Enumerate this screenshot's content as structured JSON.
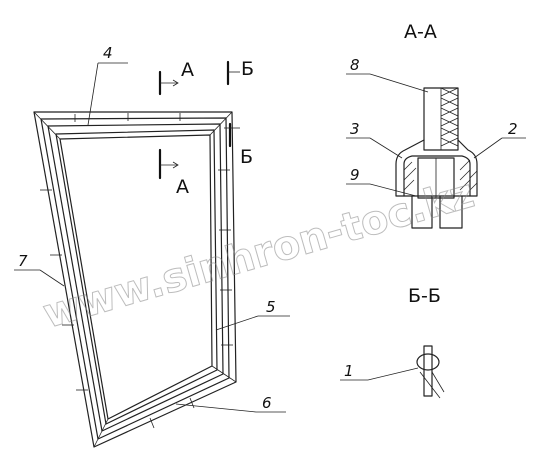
{
  "section_titles": {
    "aa": "А-А",
    "bb": "Б-Б"
  },
  "cut_marks": {
    "a_top": "А",
    "a_bottom": "А",
    "b_top": "Б",
    "b_bottom": "Б"
  },
  "callouts": {
    "c1": "1",
    "c2": "2",
    "c3": "3",
    "c4": "4",
    "c5": "5",
    "c6": "6",
    "c7": "7",
    "c8": "8",
    "c9": "9"
  },
  "watermark": "www.sinhron-toc.kz"
}
